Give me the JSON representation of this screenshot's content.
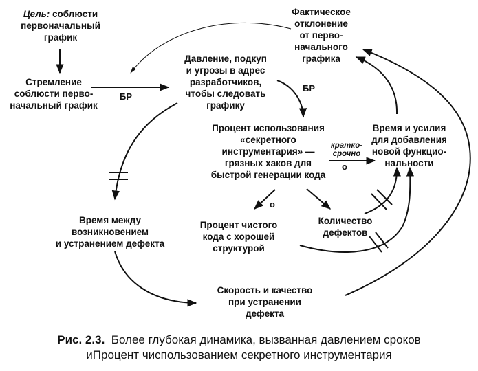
{
  "nodes": {
    "goal": {
      "prefix": "Цель:",
      "lines": [
        "соблюсти",
        "первоначальный",
        "график"
      ]
    },
    "desire": {
      "lines": [
        "Стремление",
        "соблюсти перво-",
        "начальный график"
      ]
    },
    "pressure": {
      "lines": [
        "Давление, подкуп",
        "и угрозы в адрес",
        "разработчиков,",
        "чтобы следовать",
        "графику"
      ]
    },
    "deviation": {
      "lines": [
        "Фактическое",
        "отклонение",
        "от перво-",
        "начального",
        "графика"
      ]
    },
    "secret_tools": {
      "lines": [
        "Процент использования",
        "«секретного",
        "инструментария» —",
        "грязных хаков для",
        "быстрой генерации кода"
      ]
    },
    "time_effort": {
      "lines": [
        "Время и усилия",
        "для добавления",
        "новой функцио-",
        "нальности"
      ]
    },
    "time_between": {
      "lines": [
        "Время между",
        "возникновением",
        "и устранением дефекта"
      ]
    },
    "clean_code": {
      "lines": [
        "Процент чистого",
        "кода с хорошей",
        "структурой"
      ]
    },
    "defects": {
      "lines": [
        "Количество",
        "дефектов"
      ]
    },
    "fix_speed": {
      "lines": [
        "Скорость и качество",
        "при устранении",
        "дефекта"
      ]
    }
  },
  "link_labels": {
    "desire_to_pressure": "БР",
    "pressure_to_secret": "БР",
    "secret_to_time_short_1": "кратко-",
    "secret_to_time_short_2": "срочно",
    "secret_to_time_polarity": "о",
    "secret_to_clean_polarity": "о"
  },
  "caption": {
    "figure": "Рис. 2.3.",
    "line1": "Более глубокая динамика, вызванная давлением сроков",
    "line2": "иПроцент чиспользованием секретного инструментария"
  }
}
